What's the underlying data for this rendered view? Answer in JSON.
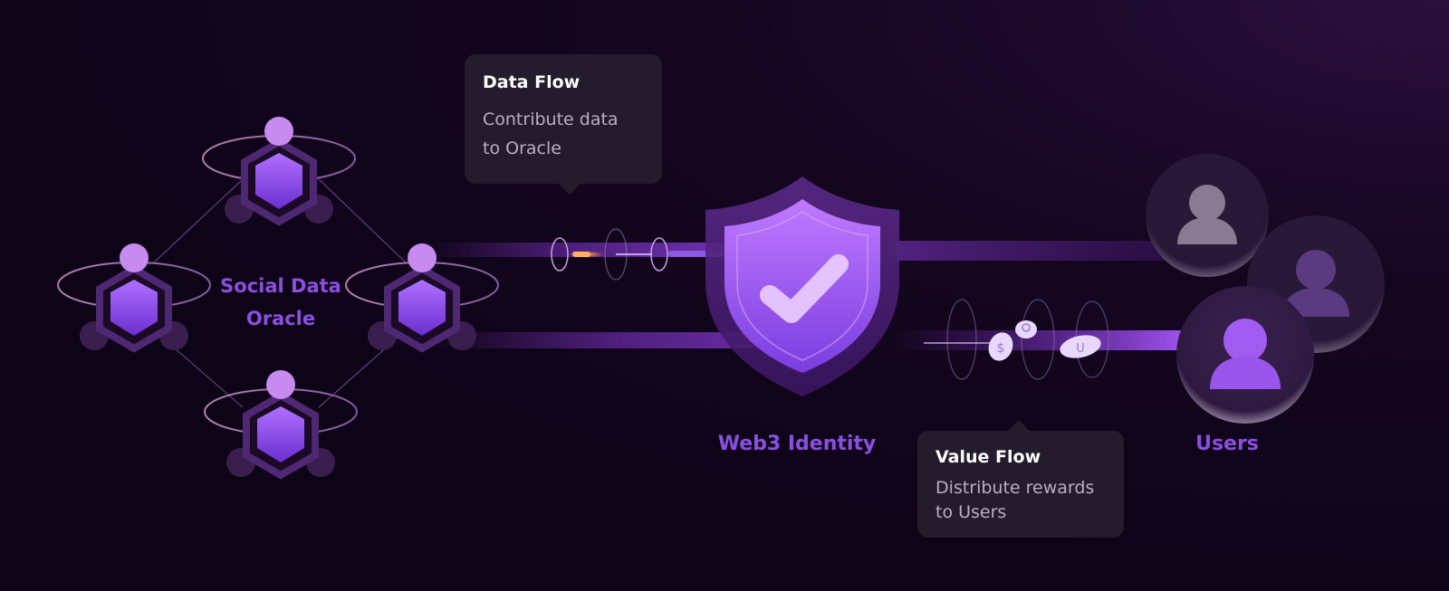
{
  "oracle": {
    "line1": "Social Data",
    "line2": "Oracle"
  },
  "identity": {
    "label": "Web3 Identity"
  },
  "users": {
    "label": "Users"
  },
  "data_flow": {
    "title": "Data Flow",
    "body_line1": "Contribute data",
    "body_line2": "to Oracle"
  },
  "value_flow": {
    "title": "Value Flow",
    "body_line1": "Distribute rewards",
    "body_line2": "to Users"
  },
  "colors": {
    "accent": "#8b4fe0",
    "background": "#0e0418",
    "tooltip_bg": "#241b2c",
    "shield": "#9a5cf0"
  },
  "icons": [
    "node-person-icon",
    "shield-check-icon",
    "user-avatar-icon",
    "coin-icon"
  ]
}
